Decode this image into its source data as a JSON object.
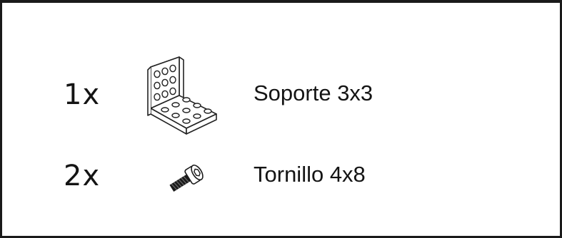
{
  "parts_list": {
    "items": [
      {
        "quantity": "1x",
        "name": "Soporte 3x3",
        "icon": "angle-bracket-icon"
      },
      {
        "quantity": "2x",
        "name": "Tornillo 4x8",
        "icon": "screw-icon"
      }
    ]
  }
}
